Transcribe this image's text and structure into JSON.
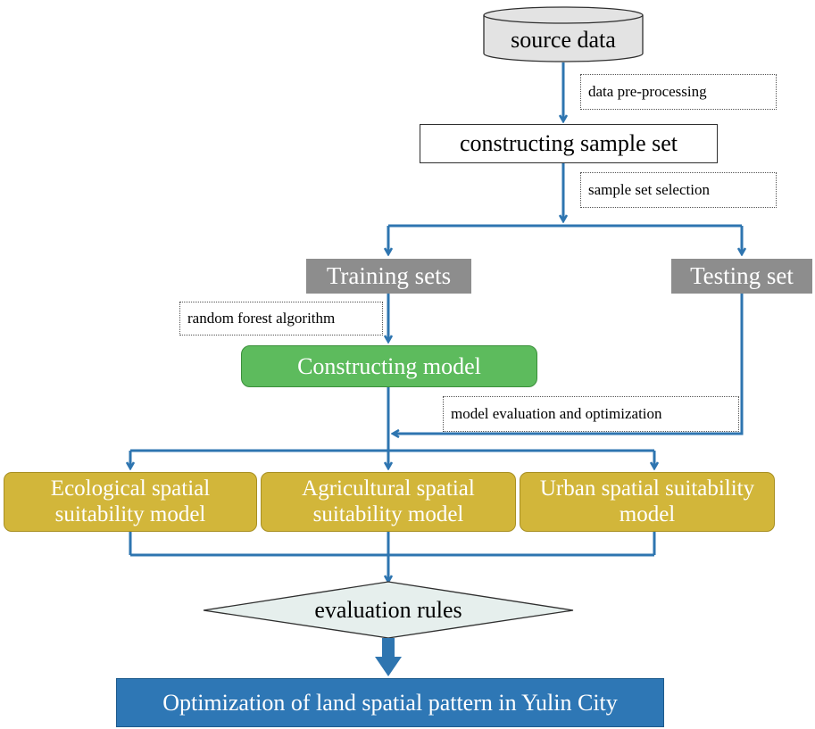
{
  "nodes": {
    "source": "source data",
    "sample_set": "constructing sample set",
    "training": "Training sets",
    "testing": "Testing set",
    "model": "Constructing model",
    "ecological": "Ecological spatial suitability model",
    "agricultural": "Agricultural spatial suitability model",
    "urban": "Urban spatial suitability model",
    "rules": "evaluation rules",
    "optimization": "Optimization of land spatial pattern in Yulin City"
  },
  "notes": {
    "preprocessing": "data pre-processing",
    "selection": "sample set selection",
    "random_forest": "random forest algorithm",
    "evaluation": "model evaluation and optimization"
  },
  "colors": {
    "connector": "#2e75b0",
    "gray_box": "#8d8d8d",
    "green_box": "#5dbb5d",
    "gold_box": "#d2b63a",
    "blue_box": "#2e77b5",
    "diamond_fill": "#e6efed"
  }
}
